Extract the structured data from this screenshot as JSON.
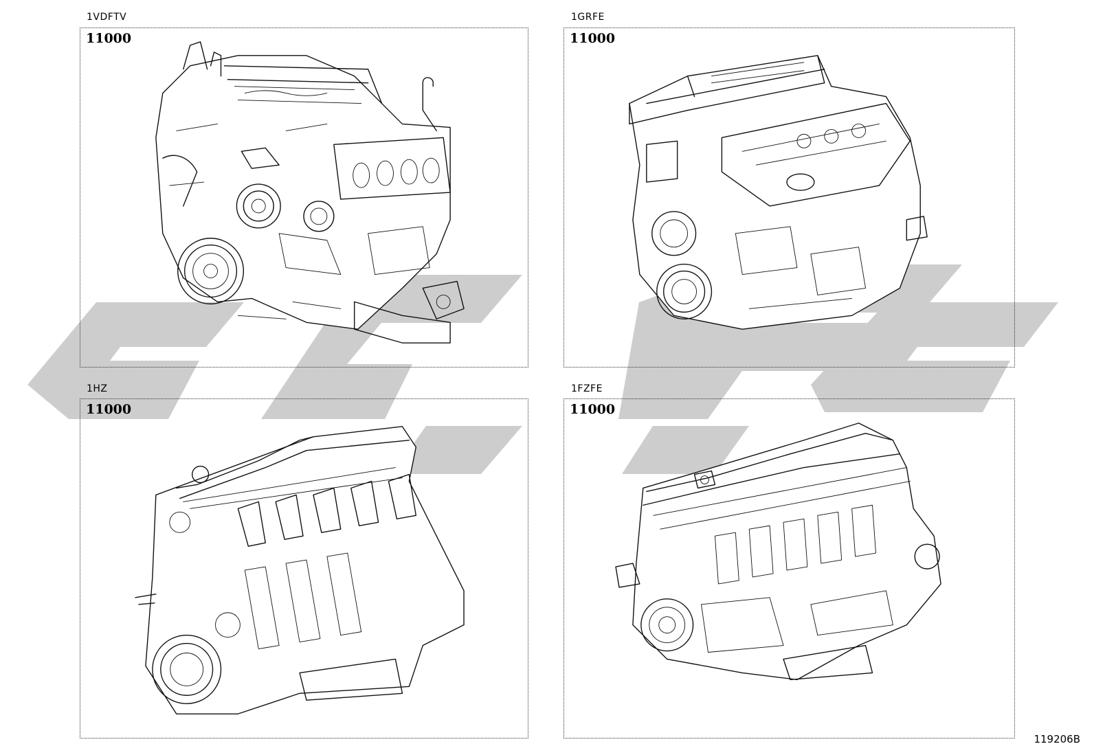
{
  "diagram_code": "119206B",
  "panels": [
    {
      "engine_code": "1VDFTV",
      "part_number": "11000"
    },
    {
      "engine_code": "1GRFE",
      "part_number": "11000"
    },
    {
      "engine_code": "1HZ",
      "part_number": "11000"
    },
    {
      "engine_code": "1FZFE",
      "part_number": "11000"
    }
  ],
  "icons": {
    "watermark": "brand-logo-watermark",
    "drawings": [
      "v8-engine-drawing",
      "v6-engine-drawing",
      "inline6-diesel-engine-drawing",
      "inline6-petrol-engine-drawing"
    ]
  },
  "colors": {
    "watermark": "#c8c8c8",
    "frame": "#333333",
    "line": "#111111"
  }
}
